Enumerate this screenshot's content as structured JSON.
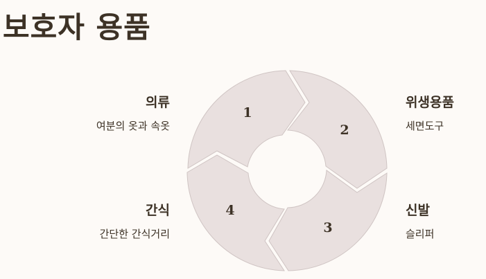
{
  "title": "보호자 용품",
  "items": [
    {
      "number": "1",
      "heading": "의류",
      "description": "여분의 옷과 속옷"
    },
    {
      "number": "2",
      "heading": "위생용품",
      "description": "세면도구"
    },
    {
      "number": "3",
      "heading": "신발",
      "description": "슬리퍼"
    },
    {
      "number": "4",
      "heading": "간식",
      "description": "간단한 간식거리"
    }
  ]
}
